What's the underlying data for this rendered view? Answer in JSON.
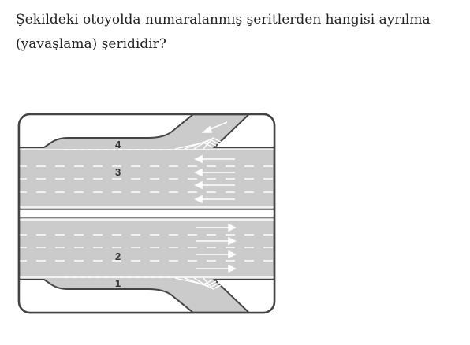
{
  "question": {
    "text": "Şekildeki otoyolda numaralanmış şeritlerden hangisi ayrılma (yavaşlama) şerididir?"
  },
  "diagram": {
    "lane_labels": [
      "4",
      "3",
      "2",
      "1"
    ],
    "colors": {
      "road": "#cbcbcb",
      "border": "#444444",
      "marking": "#ffffff",
      "background": "#ffffff"
    }
  }
}
